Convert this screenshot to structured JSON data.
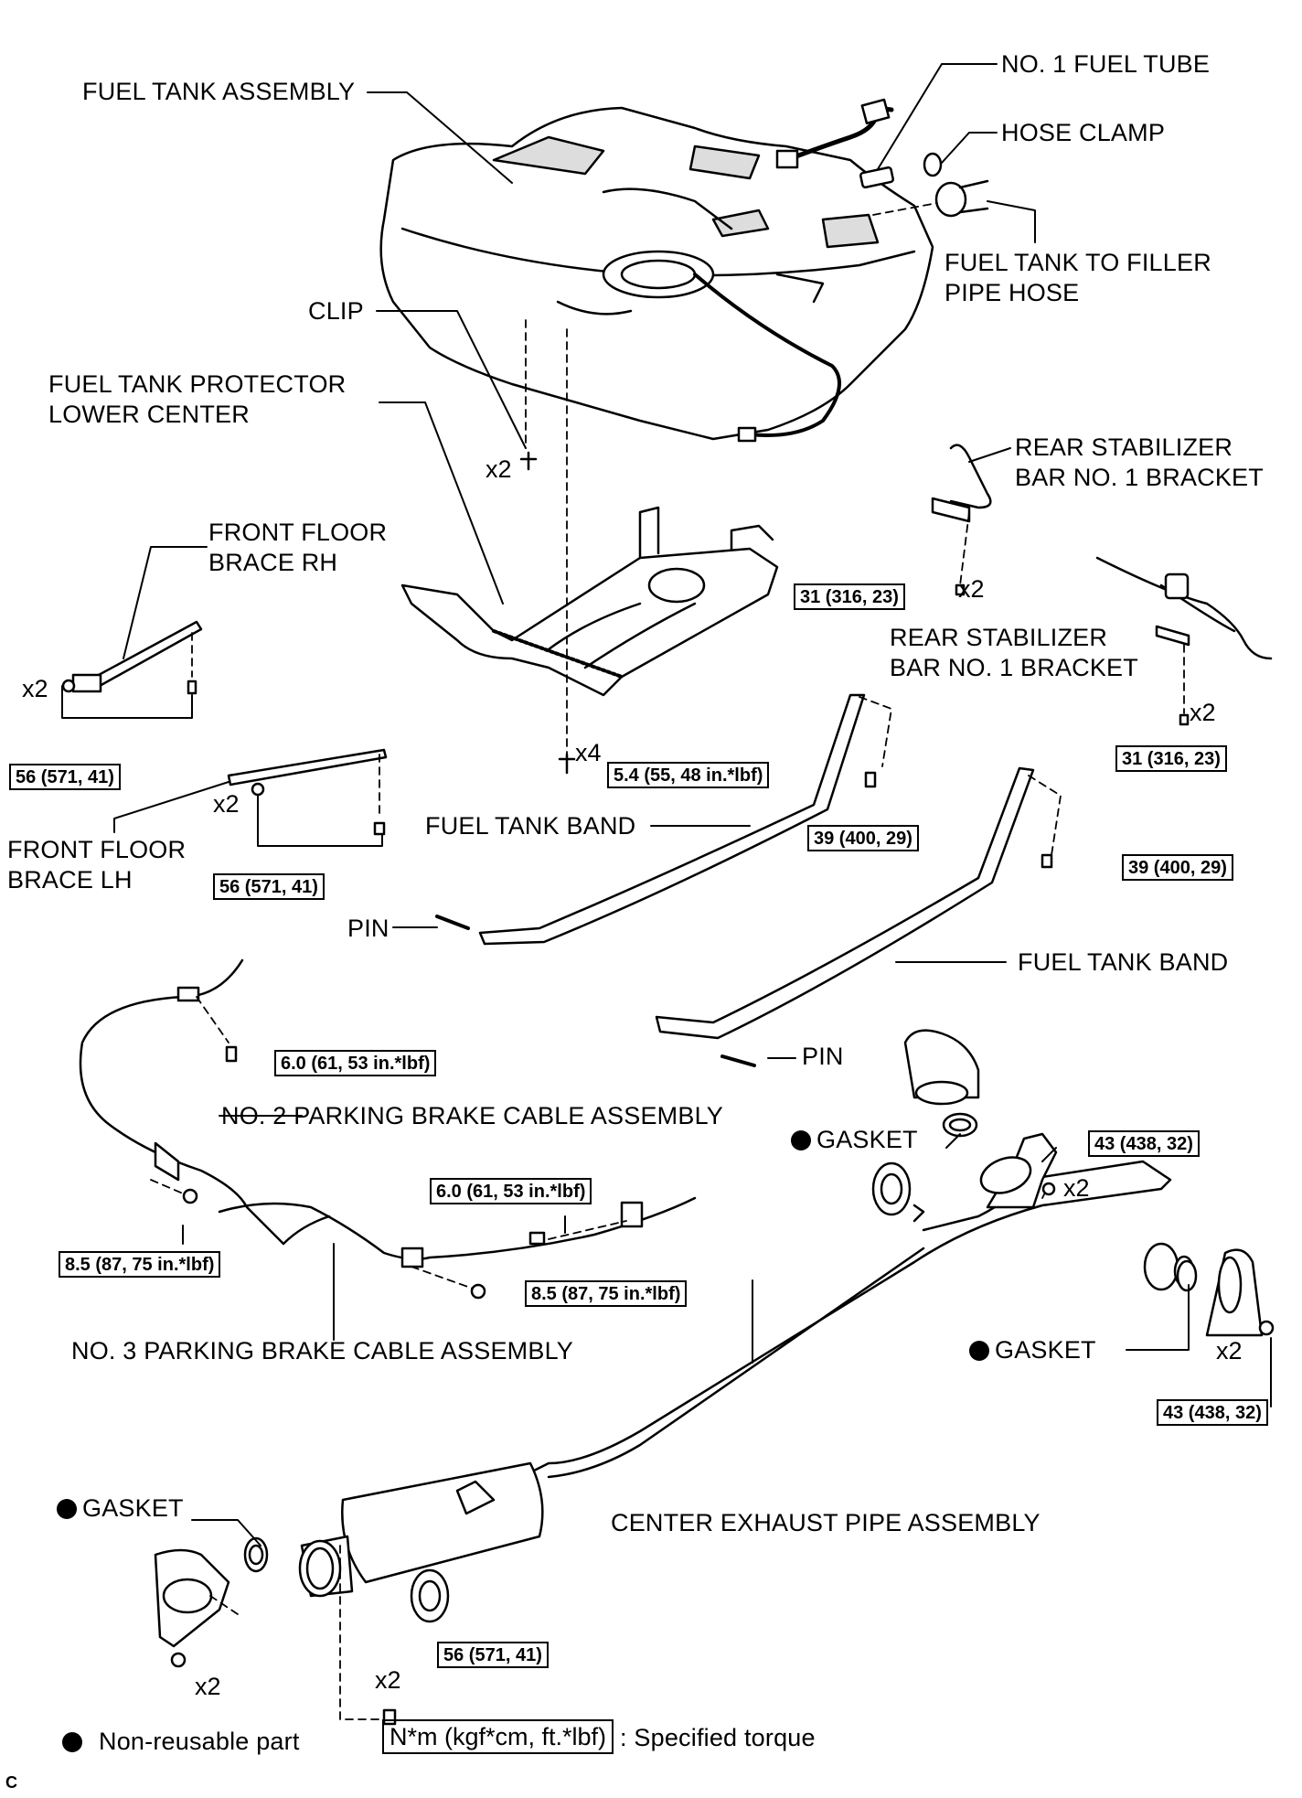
{
  "labels": {
    "fuel_tank_assembly": "FUEL TANK ASSEMBLY",
    "no1_fuel_tube": "NO. 1 FUEL TUBE",
    "hose_clamp": "HOSE CLAMP",
    "filler_hose_line1": "FUEL TANK TO FILLER",
    "filler_hose_line2": "PIPE HOSE",
    "clip": "CLIP",
    "protector_line1": "FUEL TANK PROTECTOR",
    "protector_line2": "LOWER CENTER",
    "rear_stab_1_line1": "REAR STABILIZER",
    "rear_stab_1_line2": "BAR NO. 1 BRACKET",
    "rear_stab_2_line1": "REAR STABILIZER",
    "rear_stab_2_line2": "BAR NO. 1 BRACKET",
    "front_brace_rh_line1": "FRONT FLOOR",
    "front_brace_rh_line2": "BRACE RH",
    "front_brace_lh_line1": "FRONT FLOOR",
    "front_brace_lh_line2": "BRACE LH",
    "fuel_tank_band_1": "FUEL TANK BAND",
    "fuel_tank_band_2": "FUEL TANK BAND",
    "pin_1": "PIN",
    "pin_2": "PIN",
    "no2_cable": "NO. 2 PARKING BRAKE CABLE ASSEMBLY",
    "no3_cable": "NO. 3 PARKING BRAKE CABLE ASSEMBLY",
    "gasket_1": "GASKET",
    "gasket_2": "GASKET",
    "gasket_3": "GASKET",
    "center_exhaust": "CENTER EXHAUST PIPE ASSEMBLY"
  },
  "multipliers": {
    "clip": "x2",
    "stab1": "x2",
    "stab2": "x2",
    "brace_rh": "x2",
    "brace_lh": "x2",
    "protector": "x4",
    "exhaust_front": "x2",
    "exhaust_rear": "x2",
    "exhaust_bottom_left": "x2",
    "exhaust_bottom_mid": "x2"
  },
  "torques": {
    "stab1": "31 (316, 23)",
    "stab2": "31 (316, 23)",
    "brace_rh": "56 (571, 41)",
    "brace_lh": "56 (571, 41)",
    "protector": "5.4 (55, 48 in.*lbf)",
    "band1": "39 (400, 29)",
    "band2": "39 (400, 29)",
    "cable_upper": "6.0 (61, 53 in.*lbf)",
    "cable_mid": "6.0 (61, 53 in.*lbf)",
    "nut_left": "8.5 (87, 75 in.*lbf)",
    "nut_mid": "8.5 (87, 75 in.*lbf)",
    "exhaust_front": "43 (438, 32)",
    "exhaust_rear": "43 (438, 32)",
    "exhaust_bottom": "56 (571, 41)"
  },
  "legend": {
    "non_reusable": "Non-reusable part",
    "torque_unit": "N*m (kgf*cm, ft.*lbf)",
    "specified_torque": ": Specified torque"
  },
  "footer_code": "C"
}
